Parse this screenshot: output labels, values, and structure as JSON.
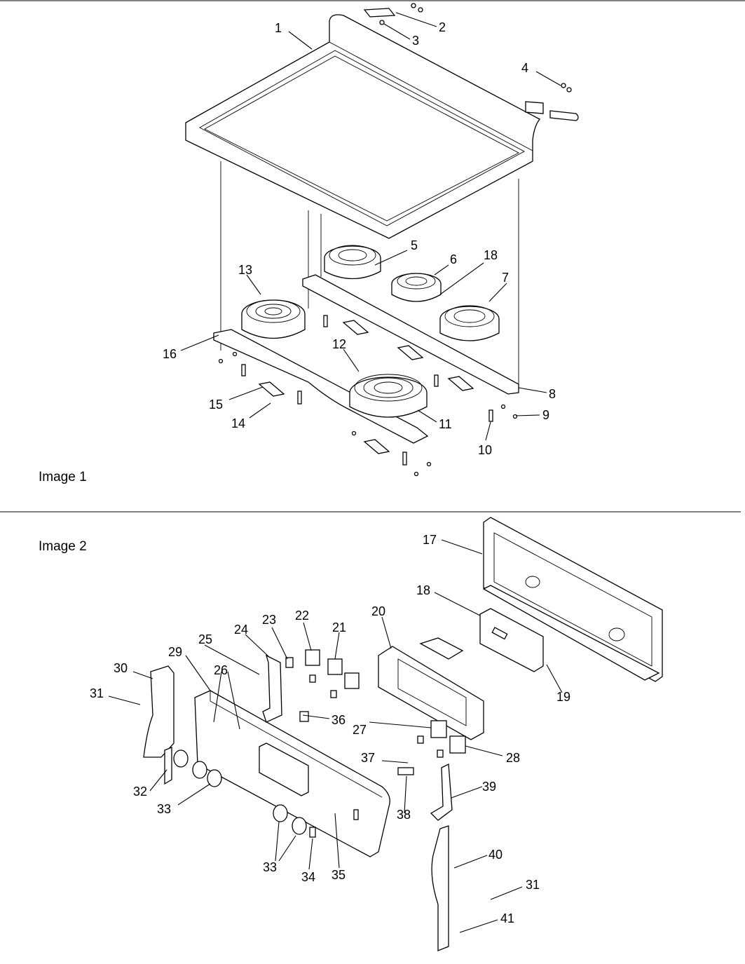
{
  "image1": {
    "caption": "Image 1",
    "labels": [
      "1",
      "2",
      "3",
      "4",
      "5",
      "6",
      "18",
      "7",
      "13",
      "16",
      "12",
      "8",
      "15",
      "9",
      "14",
      "11",
      "10"
    ]
  },
  "image2": {
    "caption": "Image 2",
    "labels": [
      "17",
      "18",
      "20",
      "23",
      "22",
      "21",
      "24",
      "25",
      "29",
      "26",
      "30",
      "19",
      "31",
      "36",
      "27",
      "37",
      "28",
      "32",
      "39",
      "33",
      "38",
      "33",
      "34",
      "35",
      "40",
      "31",
      "41"
    ]
  }
}
